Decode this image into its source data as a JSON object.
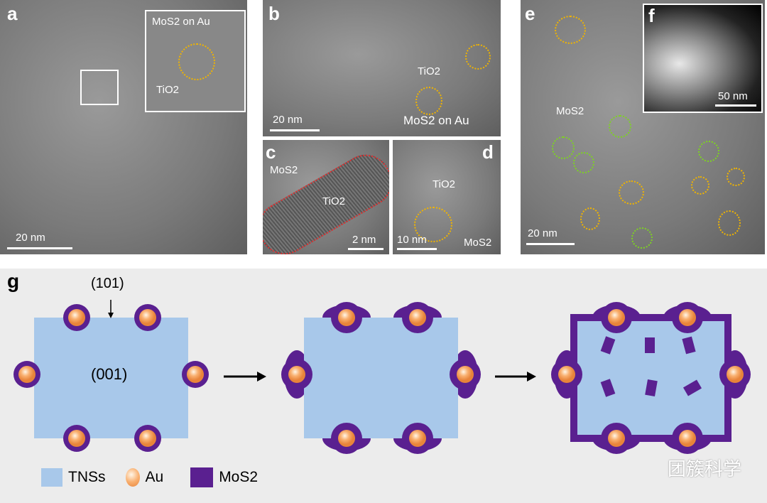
{
  "panels": {
    "a": {
      "label": "a",
      "scale": "20 nm",
      "inset_label1": "MoS2 on Au",
      "inset_label2": "TiO2"
    },
    "b": {
      "label": "b",
      "scale": "20 nm",
      "tio2": "TiO2",
      "mos2": "MoS2 on Au"
    },
    "c": {
      "label": "c",
      "scale": "2 nm",
      "mos2": "MoS2",
      "tio2": "TiO2"
    },
    "d": {
      "label": "d",
      "scale": "10 nm",
      "tio2": "TiO2",
      "mos2": "MoS2"
    },
    "e": {
      "label": "e",
      "scale": "20 nm",
      "mos2": "MoS2"
    },
    "f": {
      "label": "f",
      "scale": "50 nm"
    },
    "g": {
      "label": "g",
      "facet_top": "(101)",
      "facet_center": "(001)"
    }
  },
  "legend": {
    "tns": "TNSs",
    "au": "Au",
    "mos2": "MoS2"
  },
  "watermark": "团簇科学",
  "colors": {
    "tns": "#a8c8ea",
    "mos2": "#5a2090",
    "au": "#f7a35c"
  }
}
